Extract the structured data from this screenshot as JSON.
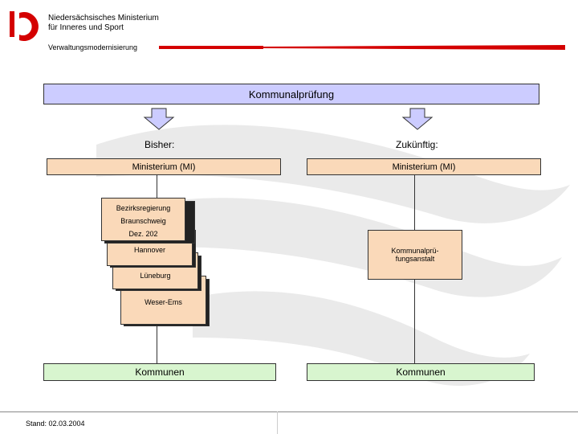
{
  "colors": {
    "accent_red": "#d40000",
    "header_fill": "#ccccff",
    "peach_fill": "#fad9b9",
    "green_fill": "#d8f5cf"
  },
  "header": {
    "ministry_line1": "Niedersächsisches Ministerium",
    "ministry_line2": "für Inneres und Sport",
    "unit": "Verwaltungsmodernisierung"
  },
  "diagram": {
    "title": "Kommunalprüfung",
    "left": {
      "heading": "Bisher:",
      "top_box": "Ministerium (MI)",
      "cards": [
        {
          "line1": "Bezirksregierung",
          "line2": "Braunschweig",
          "line3": "Dez. 202"
        },
        {
          "line1": "Hannover"
        },
        {
          "line1": "Lüneburg"
        },
        {
          "line1": "Weser-Ems"
        }
      ],
      "bottom_box": "Kommunen"
    },
    "right": {
      "heading": "Zukünftig:",
      "top_box": "Ministerium (MI)",
      "middle_box_line1": "Kommunalprü-",
      "middle_box_line2": "fungsanstalt",
      "bottom_box": "Kommunen"
    }
  },
  "footer": {
    "stand": "Stand: 02.03.2004"
  }
}
